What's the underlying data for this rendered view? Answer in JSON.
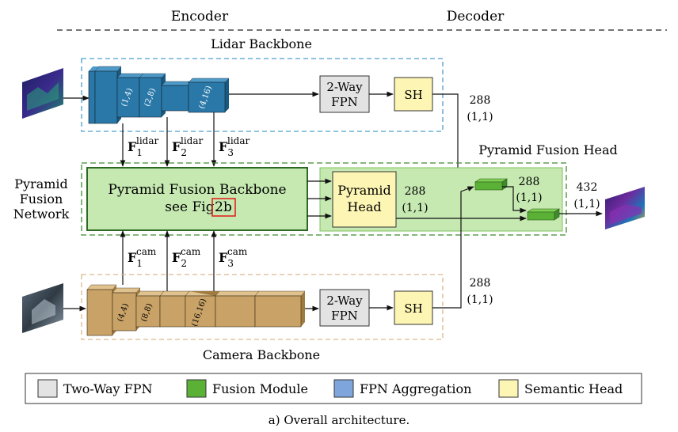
{
  "header": {
    "encoder": "Encoder",
    "decoder": "Decoder"
  },
  "lidar": {
    "title": "Lidar Backbone",
    "blocks": [
      "(1,4)",
      "(2,8)",
      "(4,16)"
    ],
    "fpn": [
      "2-Way",
      "FPN"
    ],
    "sh": "SH",
    "out_ch": "288",
    "out_scale": "(1,1)"
  },
  "features": {
    "lidar": [
      {
        "base": "F",
        "sub": "1",
        "sup": "lidar"
      },
      {
        "base": "F",
        "sub": "2",
        "sup": "lidar"
      },
      {
        "base": "F",
        "sub": "3",
        "sup": "lidar"
      }
    ],
    "cam": [
      {
        "base": "F",
        "sub": "1",
        "sup": "cam"
      },
      {
        "base": "F",
        "sub": "2",
        "sup": "cam"
      },
      {
        "base": "F",
        "sub": "3",
        "sup": "cam"
      }
    ]
  },
  "fusion": {
    "network_label": [
      "Pyramid",
      "Fusion",
      "Network"
    ],
    "backbone_line1": "Pyramid Fusion Backbone",
    "backbone_line2": "see Fig.",
    "fig_ref": "2b",
    "head_title": "Pyramid Fusion Head",
    "pyramid_head": [
      "Pyramid",
      "Head"
    ],
    "ph_ch": "288",
    "ph_scale": "(1,1)",
    "fm_ch": "288",
    "fm_scale": "(1,1)",
    "out_ch": "432",
    "out_scale": "(1,1)"
  },
  "camera": {
    "title": "Camera Backbone",
    "blocks": [
      "(4,4)",
      "(8,8)",
      "(16,16)"
    ],
    "fpn": [
      "2-Way",
      "FPN"
    ],
    "sh": "SH",
    "out_ch": "288",
    "out_scale": "(1,1)"
  },
  "legend": [
    {
      "label": "Two-Way FPN",
      "color": "#e3e3e3"
    },
    {
      "label": "Fusion Module",
      "color": "#5bb135"
    },
    {
      "label": "FPN Aggregation",
      "color": "#7ea6dc"
    },
    {
      "label": "Semantic Head",
      "color": "#fdf5b4"
    }
  ],
  "caption": "a) Overall architecture.",
  "colors": {
    "lidar_block": "#2a78a8",
    "cam_block": "#c9a267",
    "fusion_fill": "#c6e9b2",
    "fusion_border": "#3f8a2f",
    "fpn_fill": "#e3e3e3",
    "sh_fill": "#fdf5b4",
    "lidar_dash": "#4a9fd0",
    "cam_dash": "#d9b98a",
    "green_dash": "#3f8a2f"
  }
}
